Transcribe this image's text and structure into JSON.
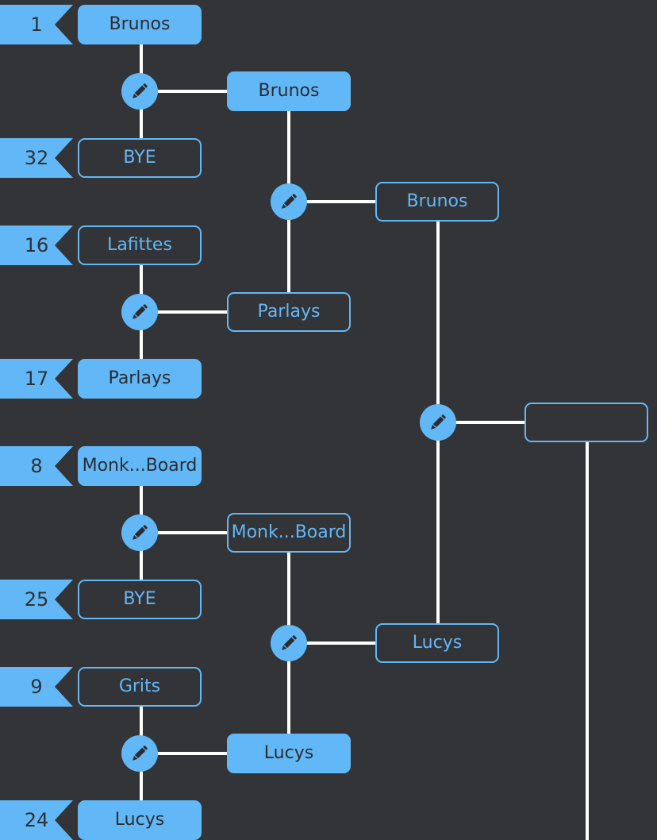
{
  "bracket": {
    "round1": [
      {
        "seed": "1",
        "team": "Brunos",
        "winner": true
      },
      {
        "seed": "32",
        "team": "BYE",
        "winner": false
      },
      {
        "seed": "16",
        "team": "Lafittes",
        "winner": false
      },
      {
        "seed": "17",
        "team": "Parlays",
        "winner": true
      },
      {
        "seed": "8",
        "team": "Monk...Board",
        "winner": true
      },
      {
        "seed": "25",
        "team": "BYE",
        "winner": false
      },
      {
        "seed": "9",
        "team": "Grits",
        "winner": false
      },
      {
        "seed": "24",
        "team": "Lucys",
        "winner": true
      }
    ],
    "round2": [
      {
        "team": "Brunos",
        "winner": true
      },
      {
        "team": "Parlays",
        "winner": false
      },
      {
        "team": "Monk...Board",
        "winner": false
      },
      {
        "team": "Lucys",
        "winner": true
      }
    ],
    "round3": [
      {
        "team": "Brunos",
        "winner": false
      },
      {
        "team": "Lucys",
        "winner": false
      }
    ],
    "round4": [
      {
        "team": "",
        "winner": false
      }
    ]
  },
  "icons": {
    "edit": "pencil-icon"
  },
  "colors": {
    "background": "#333437",
    "accent": "#62b8f7",
    "connector": "#ffffff",
    "dark_text": "#2b2c30"
  }
}
